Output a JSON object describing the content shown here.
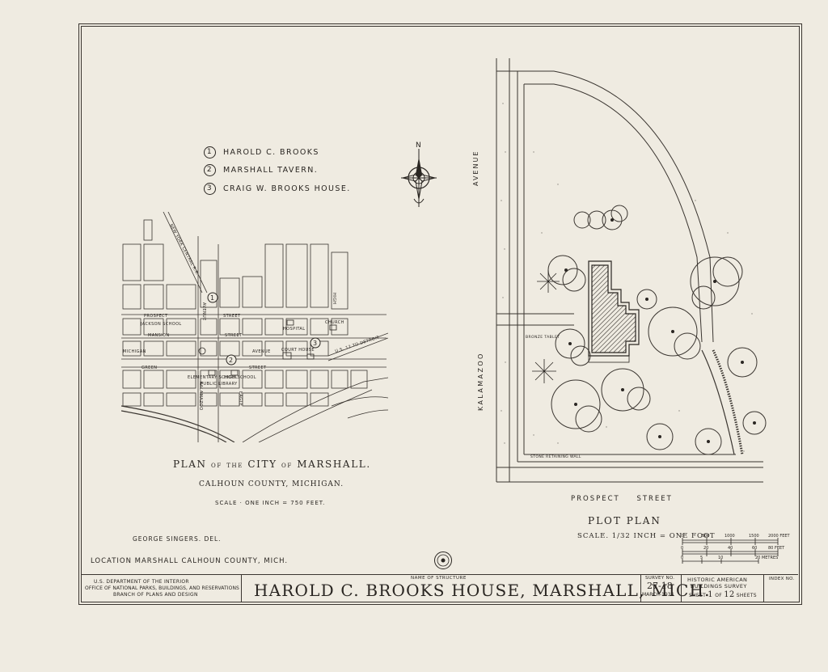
{
  "legend": [
    {
      "num": "1",
      "label": "HAROLD C. BROOKS"
    },
    {
      "num": "2",
      "label": "MARSHALL TAVERN."
    },
    {
      "num": "3",
      "label": "CRAIG W. BROOKS HOUSE."
    }
  ],
  "compass": {
    "label": "N"
  },
  "city_map": {
    "streets": [
      "PROSPECT",
      "MANSION",
      "MICHIGAN",
      "GREEN",
      "STREET",
      "AVENUE",
      "KALAMAZOO",
      "EAGLE",
      "HIGH",
      "STREET",
      "AVENUE",
      "STREET"
    ],
    "buildings": [
      "JACKSON SCHOOL",
      "HOSPITAL",
      "CHURCH",
      "COURT HOUSE",
      "HIGH SCHOOL",
      "PUBLIC LIBRARY",
      "ELEMENTARY SCHOOL"
    ],
    "road_label": "U.S. 12 TO DETROIT",
    "rail_label": "NEW YORK CENTRAL R.R."
  },
  "city_plan": {
    "title_plan": "PLAN",
    "title_of": "OF",
    "title_the": "THE",
    "title_city": "CITY",
    "title_of2": "OF",
    "title_marshall": "MARSHALL.",
    "county": "CALHOUN COUNTY, MICHIGAN.",
    "scale": "SCALE · ONE INCH = 750 FEET."
  },
  "delineator": "GEORGE SINGERS. DEL.",
  "location": "LOCATION MARSHALL CALHOUN COUNTY, MICH.",
  "plot_plan": {
    "title": "PLOT PLAN",
    "scale": "SCALE. 1/32 INCH = ONE FOOT",
    "avenue_label": "AVENUE",
    "kalamazoo_label": "KALAMAZOO",
    "prospect_label": "PROSPECT STREET",
    "retaining_wall": "STONE RETAINING WALL",
    "tablet": "BRONZE TABLET"
  },
  "scale_bar": {
    "top_ticks": [
      "0",
      "500",
      "1000",
      "1500",
      "2000 FEET"
    ],
    "mid_ticks": [
      "0",
      "20",
      "40",
      "60",
      "80 FEET"
    ],
    "bottom_ticks": [
      "0",
      "5",
      "10",
      "20 METRES"
    ]
  },
  "title_block": {
    "agency_1": "U.S. DEPARTMENT OF THE INTERIOR",
    "agency_2": "OFFICE OF NATIONAL PARKS, BUILDINGS, AND RESERVATIONS",
    "agency_3": "BRANCH OF PLANS AND DESIGN",
    "name_label": "NAME OF STRUCTURE",
    "structure_name": "HAROLD C. BROOKS HOUSE, MARSHALL, MICH.",
    "survey_label": "SURVEY NO.",
    "survey_no": "27-18",
    "survey_date": "MARCH-1934",
    "habs_1": "HISTORIC AMERICAN",
    "habs_2": "BUILDINGS SURVEY",
    "sheet_prefix": "SHEET",
    "sheet_num": "1",
    "sheet_of": "OF",
    "sheet_total": "12",
    "sheet_suffix": "SHEETS",
    "index_label": "INDEX NO."
  }
}
